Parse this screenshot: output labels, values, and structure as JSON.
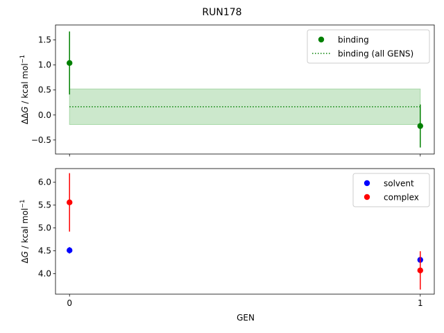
{
  "figure": {
    "title": "RUN178",
    "xlabel": "GEN"
  },
  "chart_data": [
    {
      "type": "scatter",
      "panel": "top",
      "ylabel_main": "ΔΔ",
      "ylabel_var": "G",
      "ylabel_unit": " / kcal mol",
      "ylabel_exp": "−1",
      "ylim": [
        -0.78,
        1.8
      ],
      "yticks": [
        -0.5,
        0.0,
        0.5,
        1.0,
        1.5
      ],
      "ytick_labels": [
        "−0.5",
        "0.0",
        "0.5",
        "1.0",
        "1.5"
      ],
      "x": [
        0,
        1
      ],
      "xlim": [
        -0.04,
        1.04
      ],
      "xticks": [
        0,
        1
      ],
      "xtick_labels": [
        "",
        ""
      ],
      "series": [
        {
          "name": "binding",
          "kind": "errorbar",
          "color": "#008000",
          "values": [
            1.04,
            -0.22
          ],
          "errors": [
            0.63,
            0.43
          ]
        }
      ],
      "band": {
        "name": "binding (all GENS)",
        "color": "#008000",
        "fill": "#cce8cc",
        "mean": 0.165,
        "lower": -0.19,
        "upper": 0.52
      },
      "legend": {
        "placement": "top-right",
        "entries": [
          {
            "label": "binding",
            "marker": "dot",
            "color": "#008000"
          },
          {
            "label": "binding (all GENS)",
            "marker": "dotted-line",
            "color": "#008000"
          }
        ]
      }
    },
    {
      "type": "scatter",
      "panel": "bottom",
      "ylabel_main": "Δ",
      "ylabel_var": "G",
      "ylabel_unit": " / kcal mol",
      "ylabel_exp": "−1",
      "ylim": [
        3.55,
        6.3
      ],
      "yticks": [
        4.0,
        4.5,
        5.0,
        5.5,
        6.0
      ],
      "ytick_labels": [
        "4.0",
        "4.5",
        "5.0",
        "5.5",
        "6.0"
      ],
      "x": [
        0,
        1
      ],
      "xlim": [
        -0.04,
        1.04
      ],
      "xticks": [
        0,
        1
      ],
      "xtick_labels": [
        "0",
        "1"
      ],
      "series": [
        {
          "name": "solvent",
          "kind": "errorbar",
          "color": "#0000ff",
          "values": [
            4.51,
            4.3
          ],
          "errors": [
            0.07,
            0.05
          ]
        },
        {
          "name": "complex",
          "kind": "errorbar",
          "color": "#ff0000",
          "values": [
            5.56,
            4.07
          ],
          "errors": [
            0.64,
            0.42
          ]
        }
      ],
      "legend": {
        "placement": "top-right",
        "entries": [
          {
            "label": "solvent",
            "marker": "dot",
            "color": "#0000ff"
          },
          {
            "label": "complex",
            "marker": "dot",
            "color": "#ff0000"
          }
        ]
      }
    }
  ]
}
